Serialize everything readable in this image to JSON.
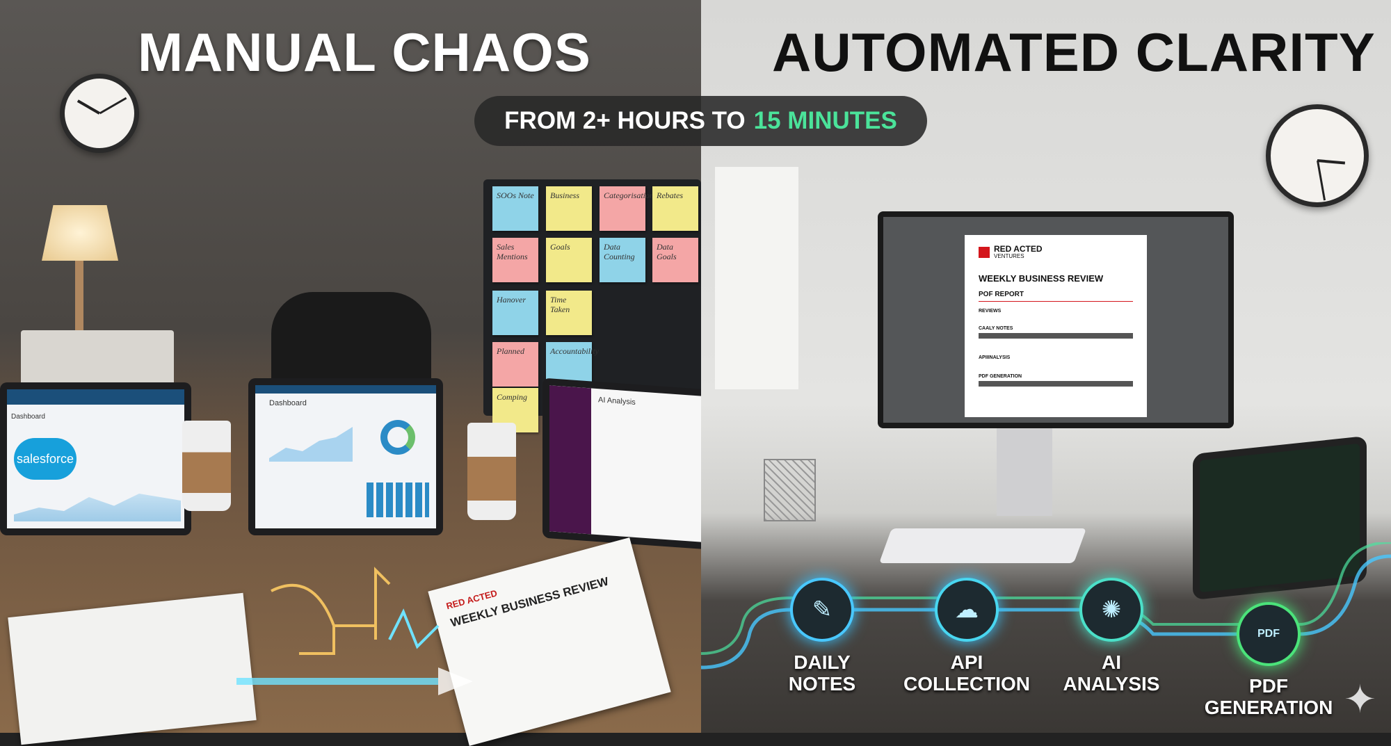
{
  "left_title": "MANUAL CHAOS",
  "right_title": "AUTOMATED CLARITY",
  "banner": {
    "prefix": "FROM 2+ HOURS TO",
    "highlight": "15 MINUTES",
    "highlight_color": "#4be39a"
  },
  "sticky_notes": [
    "SOOs Note",
    "Business",
    "Categorisation",
    "Rebates",
    "Sales Mentions",
    "Goals",
    "Data Counting",
    "Data Goals",
    "Hanover",
    "Time Taken",
    "Planned",
    "Accountability",
    "Comping"
  ],
  "laptops": {
    "left": {
      "logo": "salesforce",
      "title": "Dashboard"
    },
    "center": {
      "title": "Dashboard"
    },
    "right": {
      "title": "AI Analysis"
    }
  },
  "paper_stack": {
    "brand": "RED ACTED",
    "title": "WEEKLY BUSINESS REVIEW"
  },
  "monitor_doc": {
    "brand_line1": "RED ACTED",
    "brand_line2": "VENTURES",
    "title": "WEEKLY BUSINESS REVIEW",
    "subtitle": "POF REPORT",
    "sections": [
      "REVIEWS",
      "CAALY NOTES",
      "APIIINALYSIS",
      "PDF GENERATION"
    ],
    "brand_color": "#d4161c"
  },
  "pipeline": [
    {
      "label_1": "DAILY",
      "label_2": "NOTES",
      "icon": "notes-pencil-icon",
      "color": "#49c8ff"
    },
    {
      "label_1": "API",
      "label_2": "COLLECTION",
      "icon": "cloud-gear-icon",
      "color": "#49d6f0"
    },
    {
      "label_1": "AI",
      "label_2": "ANALYSIS",
      "icon": "brain-icon",
      "color": "#4be0c8"
    },
    {
      "label_1": "PDF",
      "label_2": "GENERATION",
      "icon": "pdf-file-icon",
      "color": "#4be37a"
    }
  ]
}
